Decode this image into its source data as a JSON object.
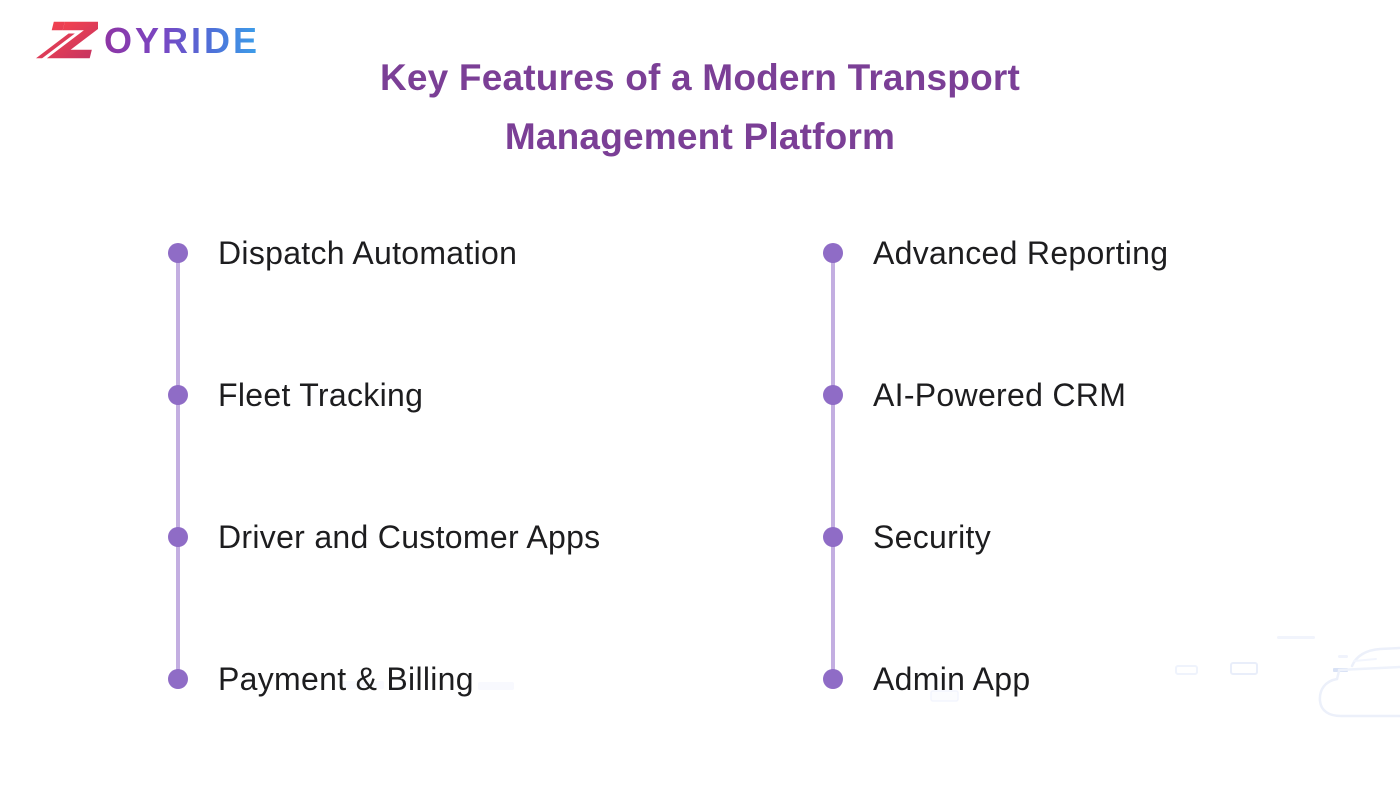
{
  "brand": {
    "name": "ZOYRIDE",
    "z_mark": "Z",
    "wordmark": "OYRIDE",
    "z_gradient": [
      "#ef4150",
      "#c93560"
    ],
    "wordmark_gradient": [
      "#8e35a4",
      "#7847c4",
      "#4f6fd8",
      "#3ba0ea"
    ]
  },
  "title": {
    "line1": "Key Features of a Modern Transport",
    "line2": "Management Platform",
    "color": "#7b3f96"
  },
  "features": {
    "left": [
      "Dispatch Automation",
      "Fleet Tracking",
      "Driver and Customer Apps",
      "Payment & Billing"
    ],
    "right": [
      "Advanced Reporting",
      "AI-Powered CRM",
      "Security",
      "Admin App"
    ]
  },
  "theme": {
    "background": "#ffffff",
    "bullet_color": "#8f6cc6",
    "timeline_color": "#c3aee1",
    "item_text_color": "#1d1d1f"
  }
}
